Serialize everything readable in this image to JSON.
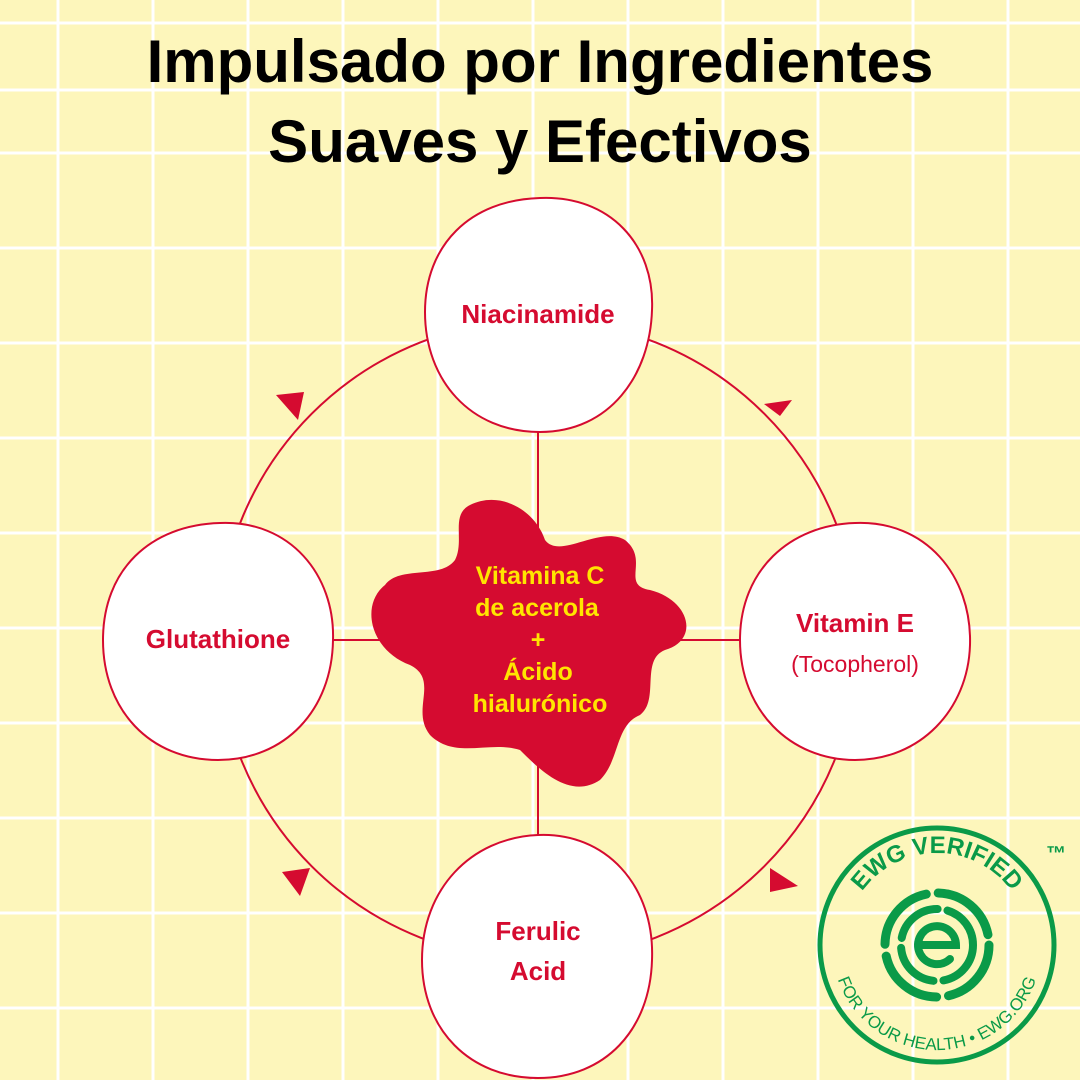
{
  "title": {
    "line1": "Impulsado por Ingredientes",
    "line2": "Suaves y Efectivos"
  },
  "center": {
    "line1": "Vitamina C",
    "line2": "de acerola",
    "line3": "+",
    "line4": "Ácido",
    "line5": "hialurónico"
  },
  "nodes": {
    "top": {
      "label": "Niacinamide"
    },
    "right": {
      "label": "Vitamin E",
      "sub": "(Tocopherol)"
    },
    "bottom": {
      "line1": "Ferulic",
      "line2": "Acid"
    },
    "left": {
      "label": "Glutathione"
    }
  },
  "badge": {
    "top_text": "EWG VERIFIED",
    "bottom_text": "FOR YOUR HEALTH • EWG.ORG",
    "trademark": "™",
    "icon": "ewg-e-logo"
  },
  "colors": {
    "background": "#fdf6bb",
    "grid": "#ffffff",
    "accent_red": "#d50b30",
    "center_text": "#ffe500",
    "badge_green": "#0a9a48"
  }
}
